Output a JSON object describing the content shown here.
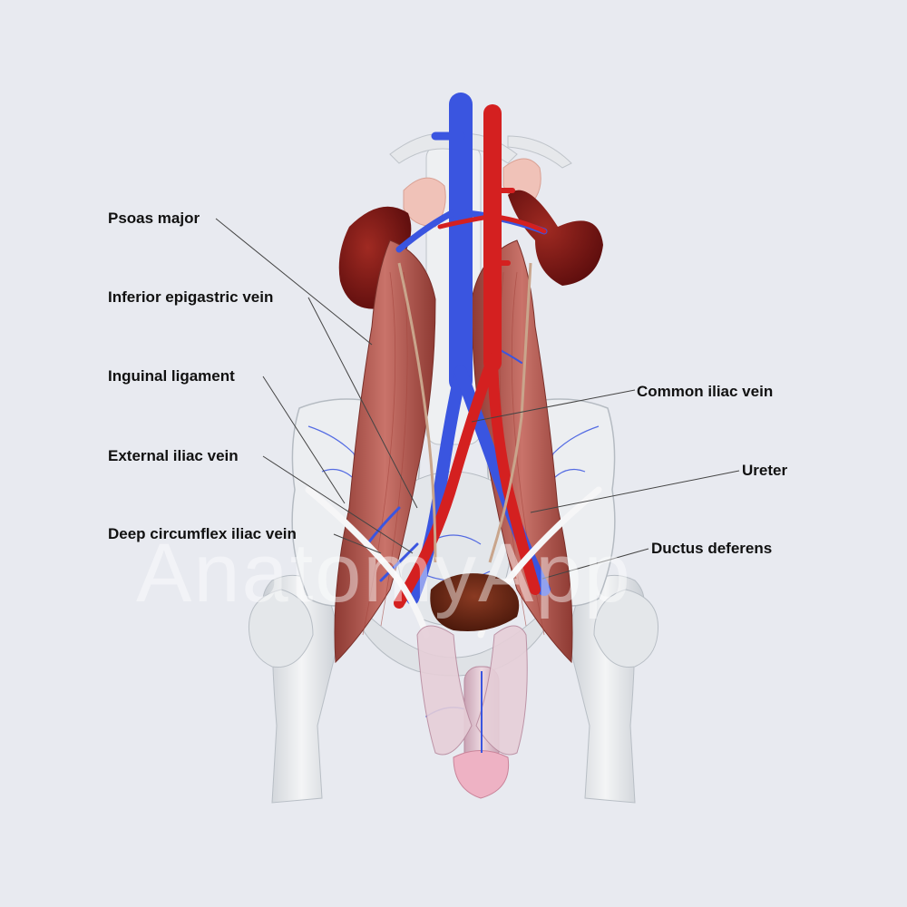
{
  "labels": {
    "psoas_major": "Psoas major",
    "inferior_epigastric_vein": "Inferior epigastric vein",
    "inguinal_ligament": "Inguinal ligament",
    "external_iliac_vein": "External iliac vein",
    "deep_circumflex_iliac_vein": "Deep circumflex iliac vein",
    "common_iliac_vein": "Common iliac vein",
    "ureter": "Ureter",
    "ductus_deferens": "Ductus deferens"
  },
  "watermark": "AnatomyApp",
  "colors": {
    "background": "#e8eaf0",
    "vein": "#3a55e0",
    "artery": "#d42020",
    "muscle": "#b5584e",
    "bone": "#eef0f2",
    "kidney": "#7a1212",
    "bladder": "#6e2a16",
    "label_text": "#111111",
    "leader_line": "#444444"
  }
}
